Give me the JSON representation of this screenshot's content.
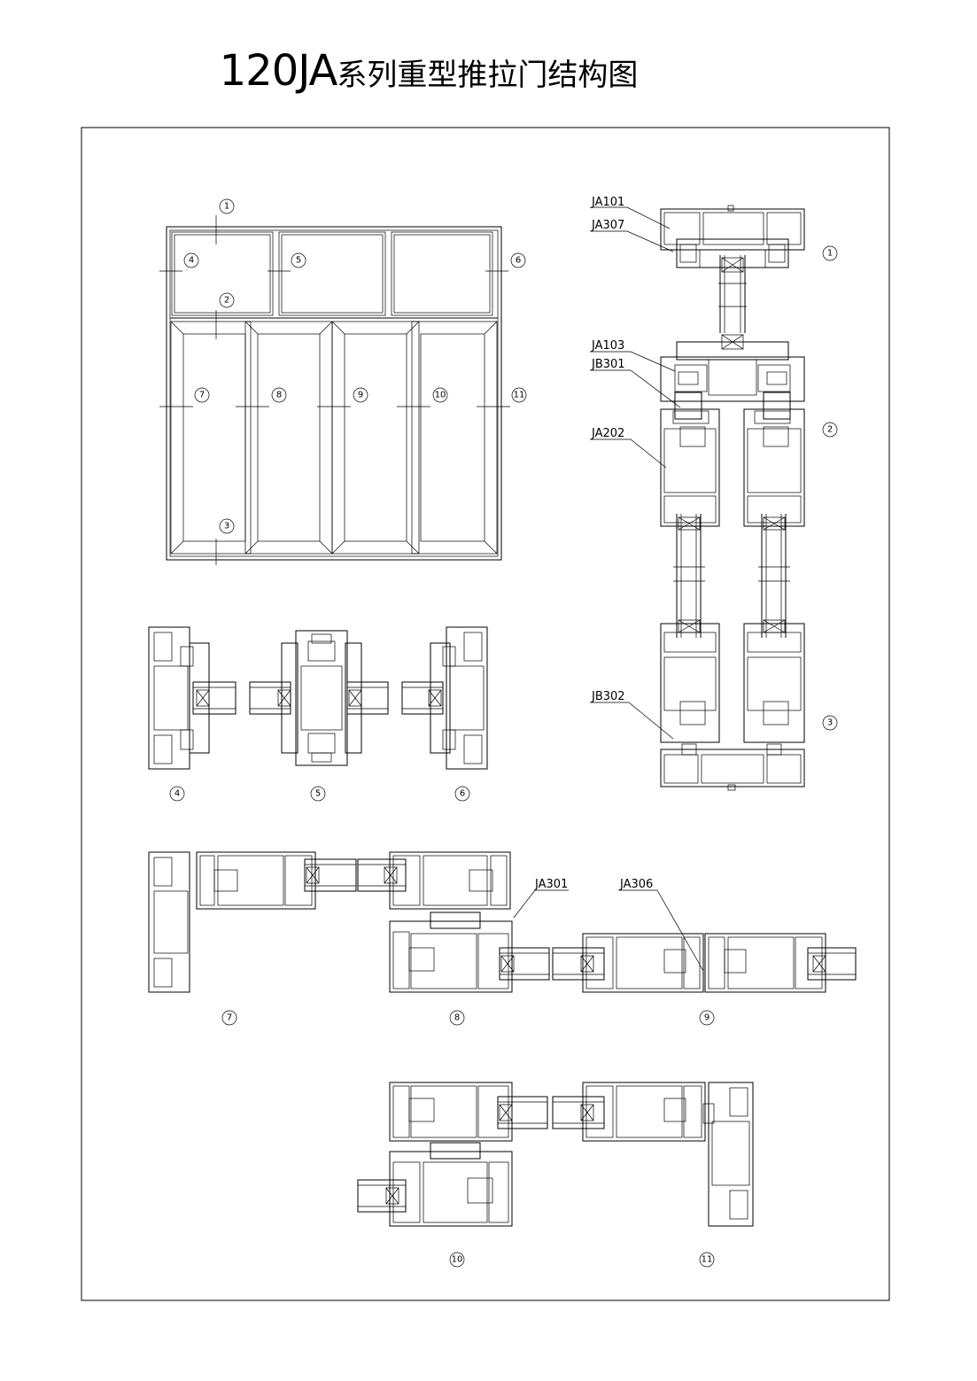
{
  "title": {
    "code": "120JA",
    "text": "系列重型推拉门结构图"
  },
  "callouts": [
    "1",
    "2",
    "3",
    "4",
    "5",
    "6",
    "7",
    "8",
    "9",
    "10",
    "11"
  ],
  "part_labels": {
    "ja101": "JA101",
    "ja307": "JA307",
    "ja103": "JA103",
    "jb301": "JB301",
    "ja202": "JA202",
    "jb302": "JB302",
    "ja301": "JA301",
    "ja306": "JA306"
  }
}
